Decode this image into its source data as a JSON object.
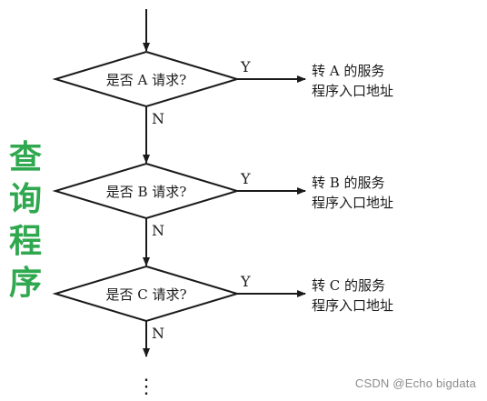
{
  "side_label": [
    "查",
    "询",
    "程",
    "序"
  ],
  "colors": {
    "line": "#1a1a1a",
    "side_label": "#2fa84f",
    "watermark": "#8c8c8c"
  },
  "decisions": [
    {
      "question": "是否 A 请求?",
      "yes": "Y",
      "no": "N",
      "target_line1": "转  A 的服务",
      "target_line2": "程序入口地址"
    },
    {
      "question": "是否 B 请求?",
      "yes": "Y",
      "no": "N",
      "target_line1": "转  B 的服务",
      "target_line2": "程序入口地址"
    },
    {
      "question": "是否 C 请求?",
      "yes": "Y",
      "no": "N",
      "target_line1": "转  C 的服务",
      "target_line2": "程序入口地址"
    }
  ],
  "continuation": "⋮",
  "watermark": "CSDN @Echo bigdata"
}
